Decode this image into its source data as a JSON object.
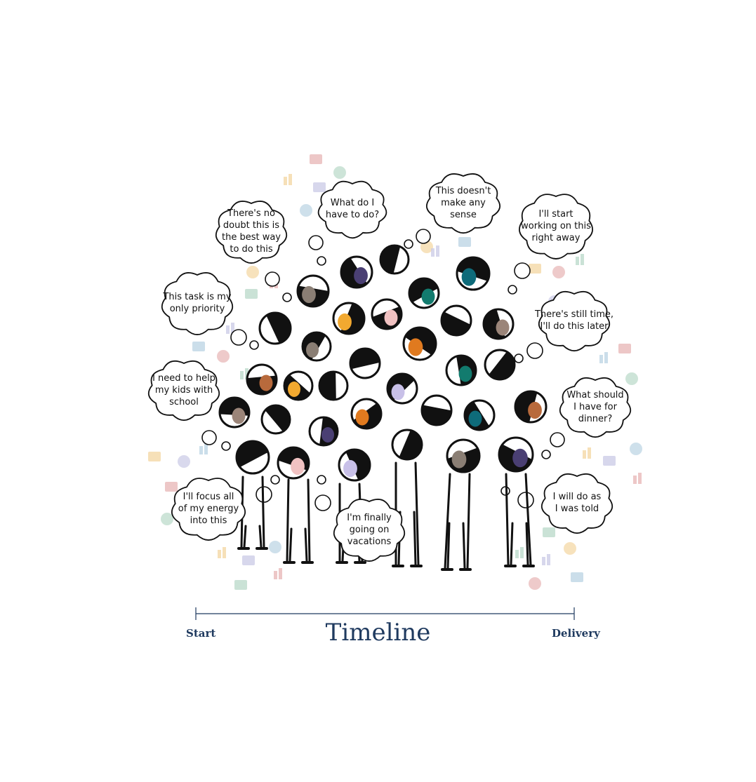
{
  "bubbles": [
    {
      "text": "There's no\ndoubt this is\nthe best way\nto do this"
    },
    {
      "text": "What do I\nhave to do?"
    },
    {
      "text": "This doesn't\nmake any\nsense"
    },
    {
      "text": "I'll start\nworking on this\nright away"
    },
    {
      "text": "This task is my\nonly priority"
    },
    {
      "text": "There's still time,\nI'll do this later"
    },
    {
      "text": "I need to help\nmy kids with\nschool"
    },
    {
      "text": "What should\nI have for\ndinner?"
    },
    {
      "text": "I'll focus all\nof my energy\ninto this"
    },
    {
      "text": "I'm finally\ngoing on\nvacations"
    },
    {
      "text": "I will do as\nI was told"
    }
  ],
  "timeline": {
    "start_label": "Start",
    "title": "Timeline",
    "end_label": "Delivery"
  },
  "colors": {
    "timeline": "#1f3a5f",
    "ink": "#111111",
    "face_tones": [
      "#8a7e74",
      "#4a3f73",
      "#e07a1f",
      "#127b6e",
      "#0e6b7a",
      "#b86a3c",
      "#f2a930",
      "#f1c2c2",
      "#c8c0e8",
      "#9b8579"
    ],
    "icon_tints": [
      "#e7b4b4",
      "#b8d8c8",
      "#f3d6a0",
      "#c9c9e6",
      "#b9d3e3"
    ]
  }
}
